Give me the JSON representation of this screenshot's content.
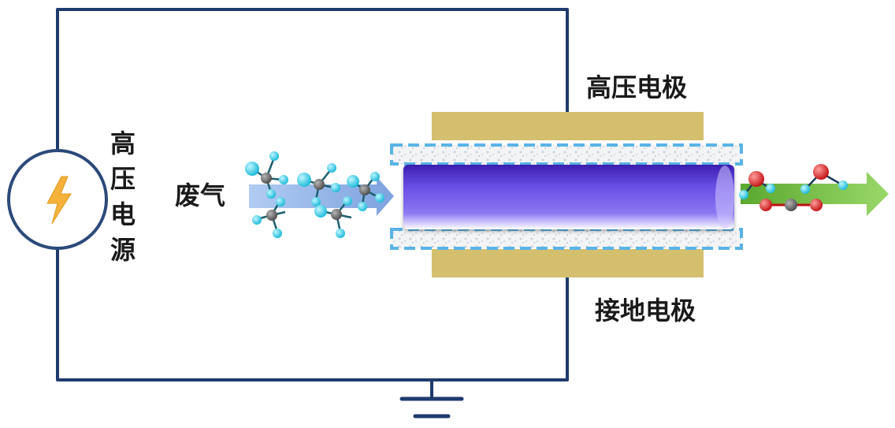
{
  "labels": {
    "hv_electrode": "高压电极",
    "ground_electrode": "接地电极",
    "waste_gas": "废气",
    "hv_power_source_chars": [
      "高",
      "压",
      "电",
      "源"
    ]
  },
  "colors": {
    "wire": "#1f3b6e",
    "electrode": "#d4bf6e",
    "dielectric_border": "#5ab4e6",
    "plasma": "#5a3fd6",
    "inlet_arrow": "#8fb3e8",
    "outlet_arrow": "#7dc24a",
    "bolt": "#f4b23b",
    "molecule_h": "#2fd0e8",
    "molecule_c": "#6a6a6a",
    "molecule_o": "#e02424"
  },
  "icons": [
    "lightning-bolt-icon",
    "ground-symbol-icon"
  ]
}
